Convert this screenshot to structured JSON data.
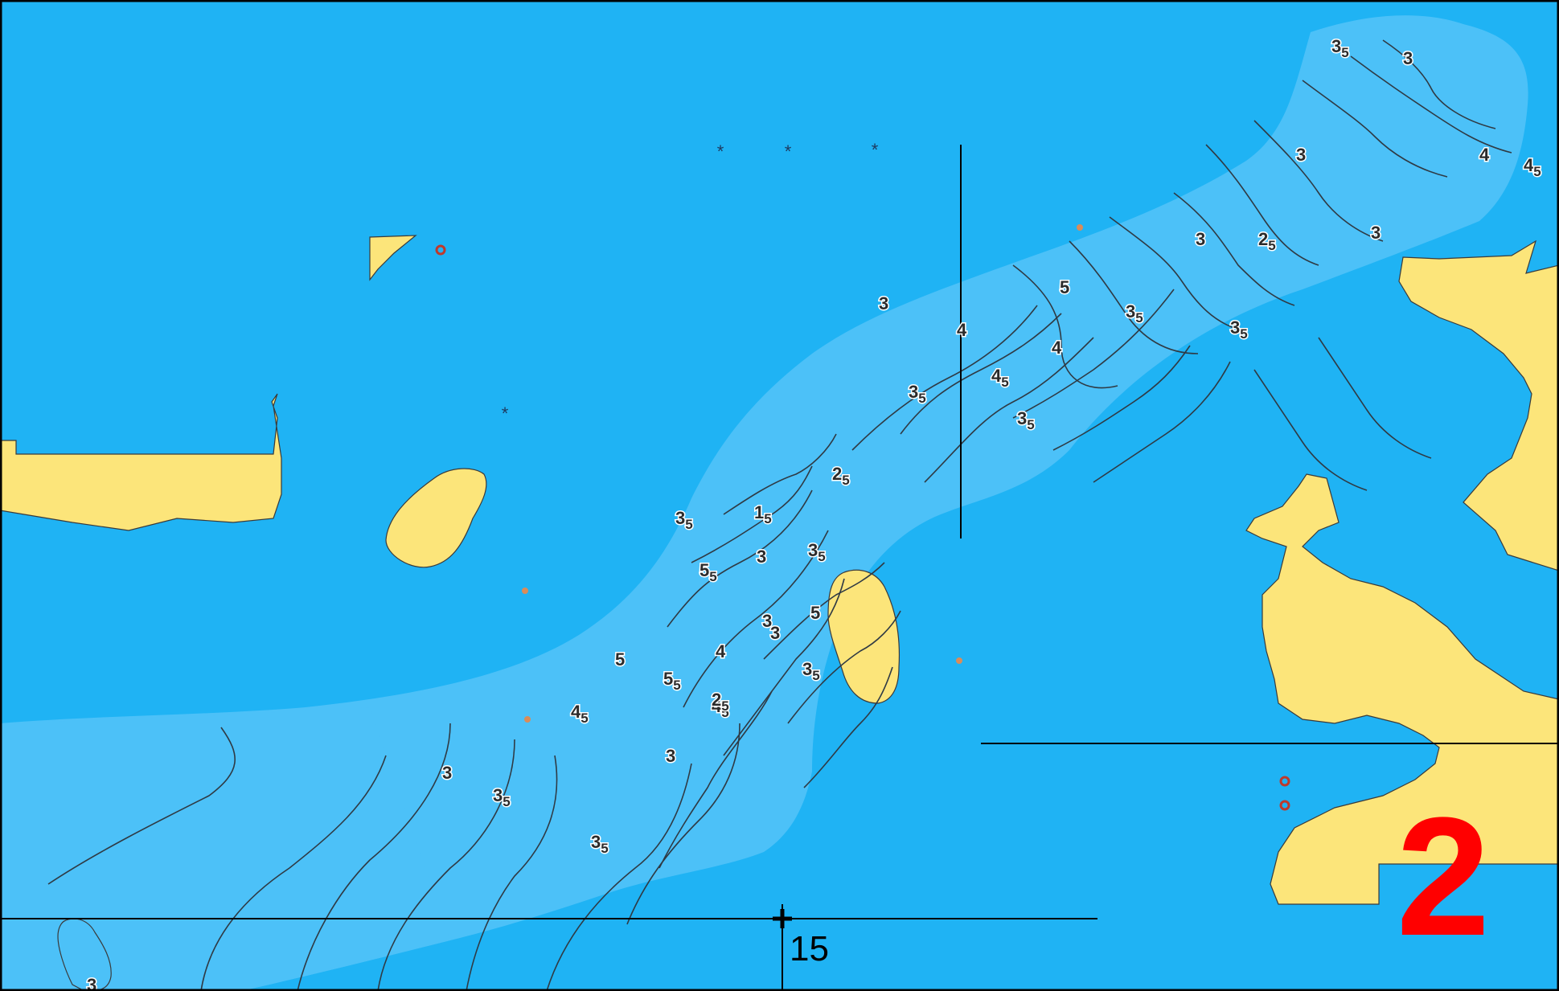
{
  "map": {
    "panel_number": "2",
    "coordinate_label": "15",
    "colors": {
      "deep_water": "#1FB3F4",
      "shallow_water": "#4CC1F8",
      "land": "#FCE57A",
      "contour": "#2F3A44",
      "panel_number": "#FF0000",
      "navaid_red": "#C0392B",
      "navaid_orange": "#D98C5A"
    },
    "icons": [
      "crosshair-icon",
      "rock-star-icon",
      "navaid-light-icon"
    ],
    "depth_labels": [
      {
        "main": "3",
        "sub": "5"
      },
      {
        "main": "3",
        "sub": ""
      },
      {
        "main": "4",
        "sub": ""
      },
      {
        "main": "4",
        "sub": "5"
      },
      {
        "main": "3",
        "sub": ""
      },
      {
        "main": "2",
        "sub": "5"
      },
      {
        "main": "3",
        "sub": ""
      },
      {
        "main": "3",
        "sub": ""
      },
      {
        "main": "5",
        "sub": ""
      },
      {
        "main": "3",
        "sub": "5"
      },
      {
        "main": "3",
        "sub": "5"
      },
      {
        "main": "3",
        "sub": ""
      },
      {
        "main": "4",
        "sub": ""
      },
      {
        "main": "4",
        "sub": "5"
      },
      {
        "main": "4",
        "sub": ""
      },
      {
        "main": "3",
        "sub": "5"
      },
      {
        "main": "3",
        "sub": "5"
      },
      {
        "main": "2",
        "sub": "5"
      },
      {
        "main": "1",
        "sub": "5"
      },
      {
        "main": "3",
        "sub": "5"
      },
      {
        "main": "3",
        "sub": ""
      },
      {
        "main": "3",
        "sub": "5"
      },
      {
        "main": "5",
        "sub": "5"
      },
      {
        "main": "5",
        "sub": ""
      },
      {
        "main": "3",
        "sub": ""
      },
      {
        "main": "3",
        "sub": ""
      },
      {
        "main": "4",
        "sub": "5"
      },
      {
        "main": "3",
        "sub": "5"
      },
      {
        "main": "5",
        "sub": ""
      },
      {
        "main": "5",
        "sub": "5"
      },
      {
        "main": "4",
        "sub": ""
      },
      {
        "main": "4",
        "sub": "5"
      },
      {
        "main": "2",
        "sub": "5"
      },
      {
        "main": "3",
        "sub": ""
      },
      {
        "main": "3",
        "sub": ""
      },
      {
        "main": "3",
        "sub": "5"
      },
      {
        "main": "3",
        "sub": "5"
      },
      {
        "main": "3",
        "sub": ""
      }
    ]
  }
}
